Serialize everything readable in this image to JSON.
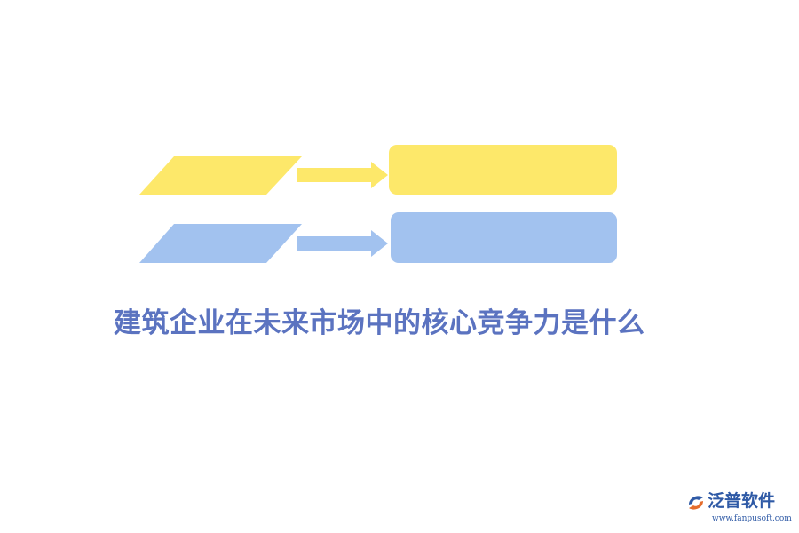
{
  "headline": "建筑企业在未来市场中的核心竞争力是什么",
  "colors": {
    "yellow": "#fde86a",
    "blue": "#a2c2ef",
    "headline": "#5b73c0",
    "brand": "#2f5aa6",
    "logo_accent": "#e46c2c"
  },
  "diagram": {
    "rows": [
      {
        "color": "yellow",
        "shapes": [
          "parallelogram",
          "arrow-right",
          "rounded-rectangle"
        ]
      },
      {
        "color": "blue",
        "shapes": [
          "parallelogram",
          "arrow-right",
          "rounded-rectangle"
        ]
      }
    ]
  },
  "brand": {
    "name": "泛普软件",
    "url": "www.fanpusoft.com",
    "icon": "fanpu-logo-icon"
  }
}
